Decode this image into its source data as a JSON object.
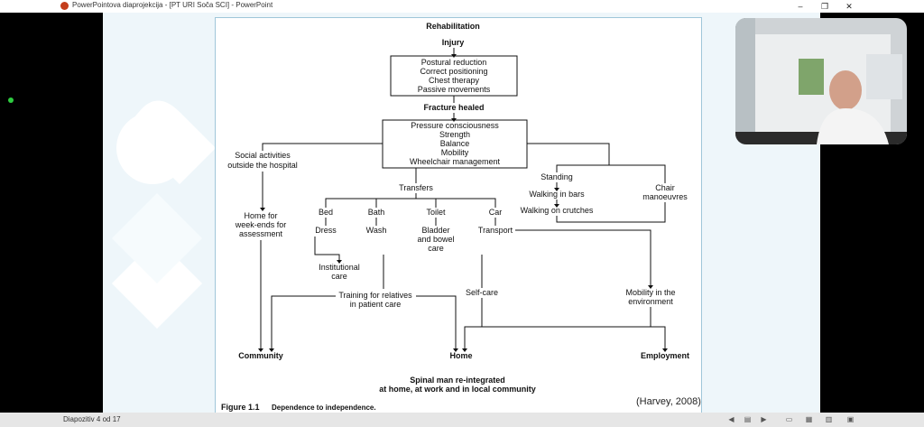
{
  "window": {
    "title": "PowerPointova diaprojekcija - [PT URI Soča SCI] - PowerPoint",
    "minimize": "–",
    "maximize": "❐",
    "close": "✕"
  },
  "figure": {
    "heading": "Rehabilitation",
    "injury": "Injury",
    "box1": [
      "Postural reduction",
      "Correct positioning",
      "Chest therapy",
      "Passive movements"
    ],
    "fracture_healed": "Fracture healed",
    "box2": [
      "Pressure consciousness",
      "Strength",
      "Balance",
      "Mobility",
      "Wheelchair management"
    ],
    "social": [
      "Social activities",
      "outside the hospital"
    ],
    "home_weekends": [
      "Home for",
      "week-ends for",
      "assessment"
    ],
    "transfers": "Transfers",
    "bed": "Bed",
    "bath": "Bath",
    "toilet": "Toilet",
    "car": "Car",
    "dress": "Dress",
    "wash": "Wash",
    "bladder": [
      "Bladder",
      "and bowel",
      "care"
    ],
    "transport": "Transport",
    "standing": "Standing",
    "walking_bars": "Walking in bars",
    "walking_crutches": "Walking on crutches",
    "chair": [
      "Chair",
      "manoeuvres"
    ],
    "institutional": [
      "Institutional",
      "care"
    ],
    "training": [
      "Training for relatives",
      "in patient care"
    ],
    "selfcare": "Self-care",
    "mobility_env": [
      "Mobility in the",
      "environment"
    ],
    "community": "Community",
    "home": "Home",
    "employment": "Employment",
    "conclusion": [
      "Spinal man re-integrated",
      "at home, at work and in local community"
    ],
    "caption_label": "Figure 1.1",
    "caption_text": "Dependence to independence."
  },
  "citation": "(Harvey, 2008)",
  "statusbar": {
    "slide_indicator": "Diapozitiv 4 od 17"
  },
  "colors": {
    "slide_background": "#eef6fa",
    "figure_border": "#9fc6d9",
    "powerpoint_icon": "#c43e1c",
    "presence_dot": "#2ecc40"
  }
}
